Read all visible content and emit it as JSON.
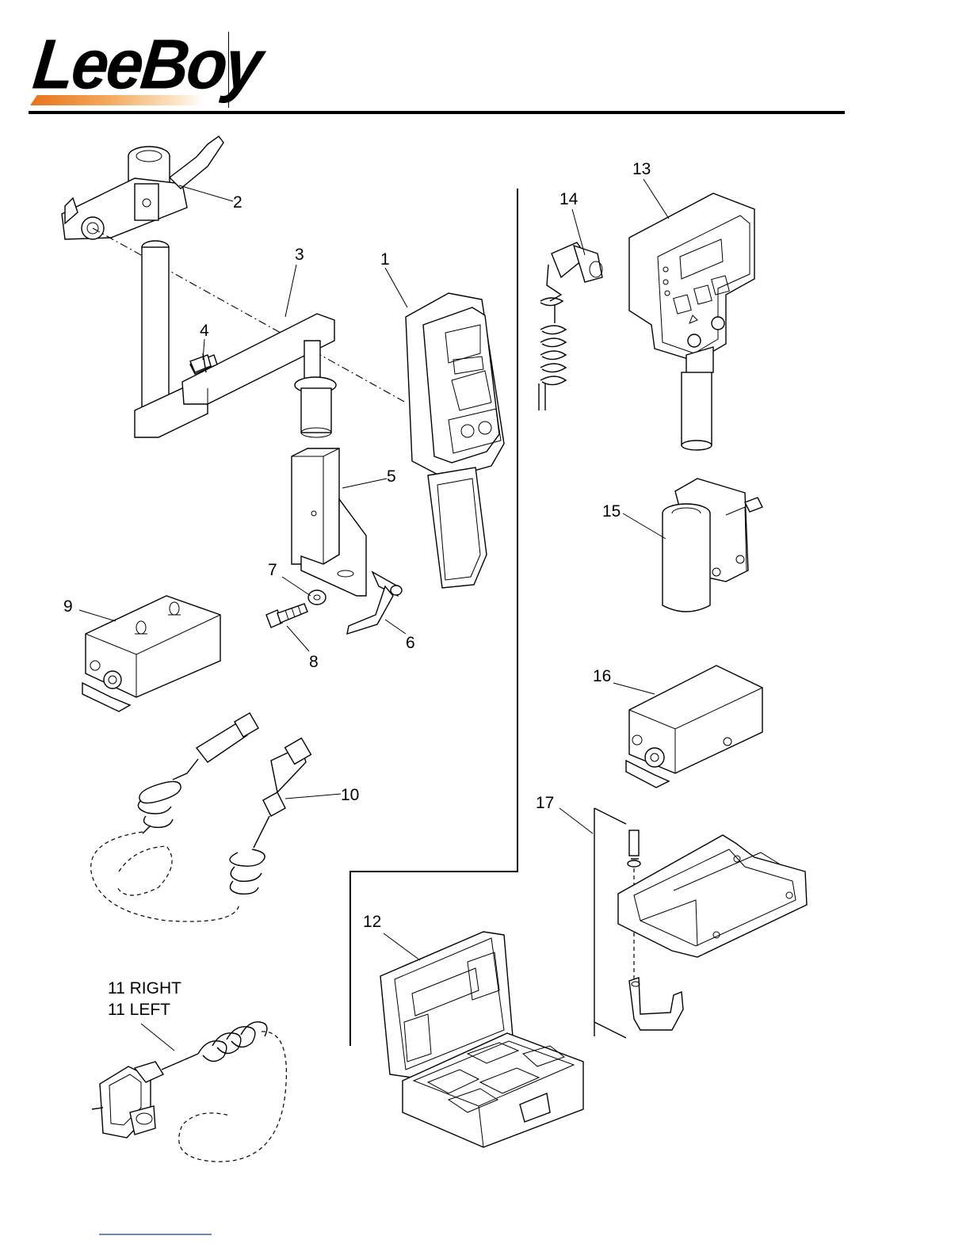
{
  "brand": {
    "logo_text": "LeeBoy",
    "colors": {
      "logo_text": "#000000",
      "swoosh_start": "#e8731a",
      "swoosh_end": "#fde6c9",
      "footer_link": "#6b86c9"
    }
  },
  "callouts": {
    "c1": "1",
    "c2": "2",
    "c3": "3",
    "c4": "4",
    "c5": "5",
    "c6": "6",
    "c7": "7",
    "c8": "8",
    "c9": "9",
    "c10": "10",
    "c11_right": "11 RIGHT",
    "c11_left": "11 LEFT",
    "c12": "12",
    "c13": "13",
    "c14": "14",
    "c15": "15",
    "c16": "16",
    "c17": "17"
  }
}
